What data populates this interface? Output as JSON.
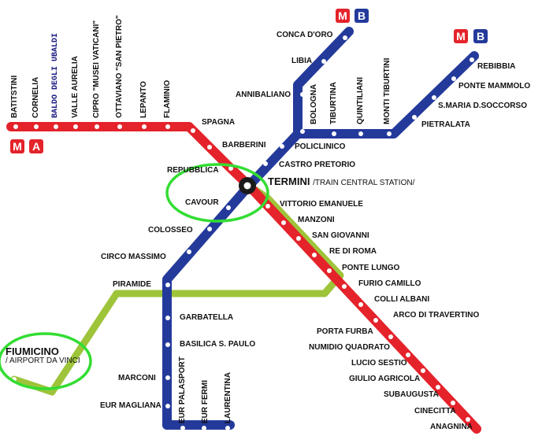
{
  "colors": {
    "line_a": "#e4232b",
    "line_b": "#243a9b",
    "rail": "#9ec43a",
    "highlight_ring": "#33dd33",
    "hub": "#1a1a1a"
  },
  "badges": {
    "line_a": {
      "metro": "M",
      "line": "A"
    },
    "line_b_north": {
      "metro": "M",
      "line": "B"
    },
    "line_b_east": {
      "metro": "M",
      "line": "B"
    }
  },
  "line_a": {
    "name": "Line A",
    "stations": [
      "BATITSTINI",
      "CORNELIA",
      "BALDO DEGLI UBALDI",
      "VALLE AURELIA",
      "CIPRO \"MUSEI VATICANI\"",
      "OTTAVIANO \"SAN PIETRO\"",
      "LEPANTO",
      "FLAMINIO",
      "SPAGNA",
      "BARBERINI",
      "REPUBBLICA",
      "TERMINI",
      "VITTORIO EMANUELE",
      "MANZONI",
      "SAN GIOVANNI",
      "RE DI ROMA",
      "PONTE LUNGO",
      "FURIO CAMILLO",
      "COLLI ALBANI",
      "ARCO DI TRAVERTINO",
      "PORTA FURBA",
      "NUMIDIO QUADRATO",
      "LUCIO SESTIO",
      "GIULIO AGRICOLA",
      "SUBAUGUSTA",
      "CINECITTA",
      "ANAGNINA"
    ]
  },
  "line_b": {
    "name": "Line B",
    "branch_north": [
      "CONCA D'ORO",
      "LIBIA",
      "ANNIBALIANO",
      "BOLOGNA"
    ],
    "branch_east": [
      "REBIBBIA",
      "PONTE MAMMOLO",
      "S.MARIA D.SOCCORSO",
      "PIETRALATA",
      "MONTI TIBURTINI",
      "QUINTILIANI",
      "TIBURTINA",
      "BOLOGNA"
    ],
    "trunk": [
      "BOLOGNA",
      "POLICLINICO",
      "CASTRO PRETORIO",
      "TERMINI",
      "CAVOUR",
      "COLOSSEO",
      "CIRCO MASSIMO",
      "PIRAMIDE",
      "GARBATELLA",
      "BASILICA S. PAULO",
      "MARCONI",
      "EUR MAGLIANA",
      "EUR PALASPORT",
      "EUR FERMI",
      "LAURENTINA"
    ]
  },
  "labels": {
    "batitstini": "BATITSTINI",
    "cornelia": "CORNELIA",
    "baldo": "BALDO DEGLI UBALDI",
    "valle_aurelia": "VALLE AURELIA",
    "cipro": "CIPRO \"MUSEI VATICANI\"",
    "ottaviano": "OTTAVIANO \"SAN PIETRO\"",
    "lepanto": "LEPANTO",
    "flaminio": "FLAMINIO",
    "spagna": "SPAGNA",
    "barberini": "BARBERINI",
    "repubblica": "REPUBBLICA",
    "cavour": "CAVOUR",
    "colosseo": "COLOSSEO",
    "circo_massimo": "CIRCO MASSIMO",
    "piramide": "PIRAMIDE",
    "garbatella": "GARBATELLA",
    "basilica": "BASILICA S. PAULO",
    "marconi": "MARCONI",
    "eur_magliana": "EUR MAGLIANA",
    "eur_palasport": "EUR PALASPORT",
    "eur_fermi": "EUR FERMI",
    "laurentina": "LAURENTINA",
    "conca_doro": "CONCA D'ORO",
    "libia": "LIBIA",
    "annibaliano": "ANNIBALIANO",
    "bologna": "BOLOGNA",
    "tiburtina": "TIBURTINA",
    "quintiliani": "QUINTILIANI",
    "monti_tiburtini": "MONTI TIBURTINI",
    "pietralata": "PIETRALATA",
    "s_maria": "S.MARIA D.SOCCORSO",
    "ponte_mammolo": "PONTE MAMMOLO",
    "rebibbia": "REBIBBIA",
    "policlinico": "POLICLINICO",
    "castro_pretorio": "CASTRO PRETORIO",
    "termini": "TERMINI",
    "termini_sub": "/TRAIN CENTRAL STATION/",
    "vittorio": "VITTORIO EMANUELE",
    "manzoni": "MANZONI",
    "san_giovanni": "SAN GIOVANNI",
    "re_di_roma": "RE DI ROMA",
    "ponte_lungo": "PONTE LUNGO",
    "furio_camillo": "FURIO CAMILLO",
    "colli_albani": "COLLI ALBANI",
    "arco": "ARCO DI TRAVERTINO",
    "porta_furba": "PORTA FURBA",
    "numidio": "NUMIDIO QUADRATO",
    "lucio_sestio": "LUCIO SESTIO",
    "giulio_agricola": "GIULIO AGRICOLA",
    "subaugusta": "SUBAUGUSTA",
    "cinecitta": "CINECITTA",
    "anagnina": "ANAGNINA",
    "fiumicino": "FIUMICINO",
    "fiumicino_sub": "/ AIRPORT DA VINCI"
  },
  "highlights": [
    "CAVOUR / TERMINI area",
    "FIUMICINO"
  ]
}
